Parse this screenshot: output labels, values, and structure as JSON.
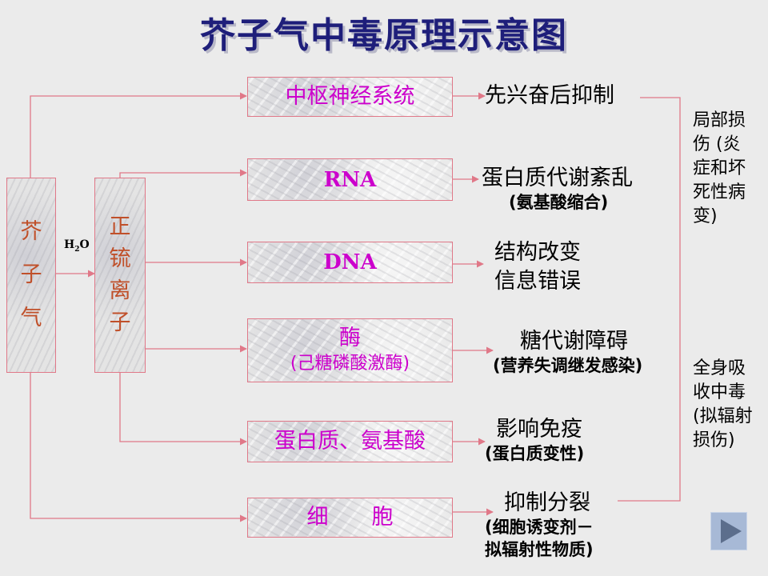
{
  "title": "芥子气中毒原理示意图",
  "source": {
    "chars": [
      "芥",
      "子",
      "气"
    ]
  },
  "reagent": {
    "h": "H",
    "sub": "2",
    "o": "O"
  },
  "ion": {
    "chars": [
      "正",
      "锍",
      "离",
      "子"
    ]
  },
  "targets": [
    {
      "main": "中枢神经系统",
      "effect": [
        "先兴奋后抑制"
      ]
    },
    {
      "main": "RNA",
      "effect": [
        "蛋白质代谢紊乱"
      ],
      "effect_sub": [
        "(氨基酸缩合)"
      ]
    },
    {
      "main": "DNA",
      "effect": [
        "结构改变",
        "信息错误"
      ]
    },
    {
      "main": "酶",
      "sub": "(己糖磷酸激酶)",
      "effect": [
        "糖代谢障碍"
      ],
      "effect_sub": [
        "(营养失调继发感染)"
      ]
    },
    {
      "main": "蛋白质、氨基酸",
      "effect": [
        "影响免疫"
      ],
      "effect_sub": [
        "(蛋白质变性)"
      ]
    },
    {
      "main": "细　　胞",
      "effect": [
        "抑制分裂"
      ],
      "effect_sub": [
        "(细胞诱变剂－",
        "拟辐射性物质)"
      ]
    }
  ],
  "outcomes": {
    "local": [
      "局部损",
      "伤 (炎",
      "症和坏",
      "死性病",
      "变)"
    ],
    "systemic": [
      "全身吸",
      "收中毒",
      "(拟辐射",
      "损伤)"
    ]
  },
  "colors": {
    "line": "#e07888",
    "title": "#1e1e7a",
    "box_text": "#cc00cc",
    "vertical_text": "#c0502a"
  }
}
